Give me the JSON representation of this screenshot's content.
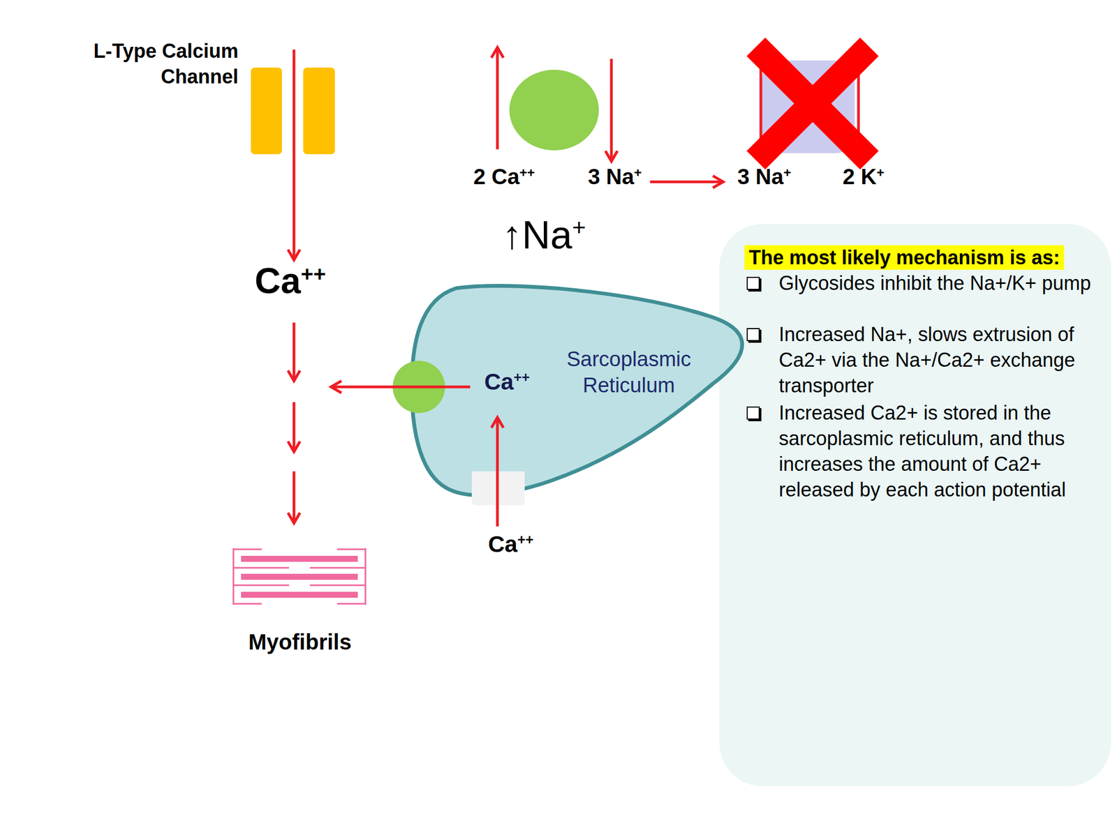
{
  "diagram": {
    "nodes": [
      {
        "text": [
          "L-Type Calcium Channel"
        ]
      },
      {
        "text": [
          "2 Ca++",
          "3 Na+"
        ]
      },
      {
        "text": [
          "3 Na+",
          "2 K+"
        ]
      },
      {
        "text": [
          "Sarcoplasmic Reticulum",
          "Ca++"
        ]
      },
      {
        "text": [
          "The most likely mechanism is as:",
          "Glycosides inhibit the Na+/K+ pump",
          "Increased Na+, slows extrusion of Ca2+ via the Na+/Ca2+ exchange transporter",
          "Increased Ca2+ is stored in the sarcoplasmic reticulum, and thus increases the amount of Ca2+ released by each action potential"
        ]
      },
      {
        "text": [
          "Myofibrils"
        ]
      }
    ],
    "edges": [
      {
        "from": 1,
        "to": 2,
        "arrow": "to"
      }
    ],
    "labels": [
      "↑Na+",
      "Ca++",
      "Ca++"
    ]
  }
}
